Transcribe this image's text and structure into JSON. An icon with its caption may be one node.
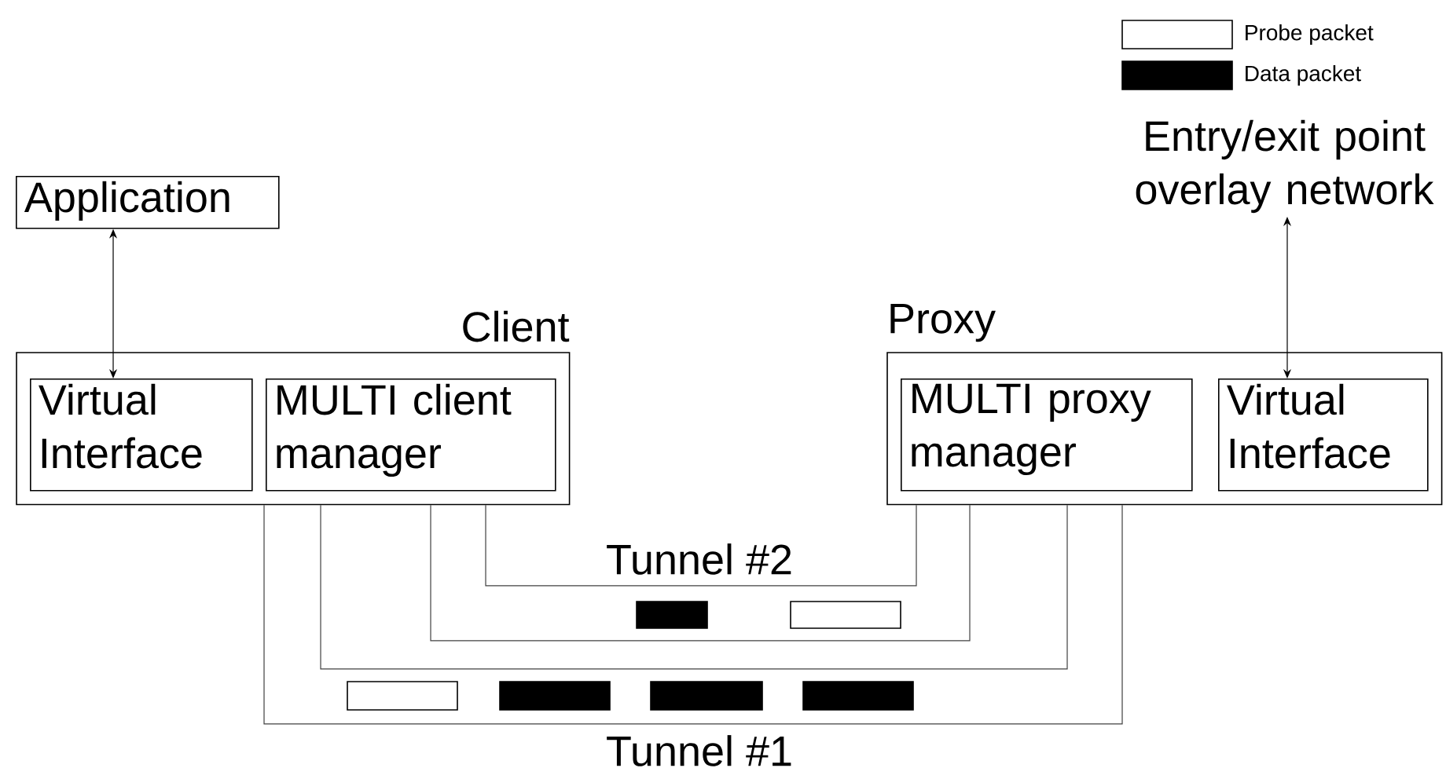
{
  "diagram": {
    "nodes": [
      {
        "text": [
          "Application"
        ]
      },
      {
        "text": [
          "Client"
        ]
      },
      {
        "text": [
          "Virtual Interface"
        ],
        "in": 1
      },
      {
        "text": [
          "MULTI client manager"
        ],
        "in": 1
      },
      {
        "text": [
          "Proxy"
        ]
      },
      {
        "text": [
          "MULTI proxy manager"
        ],
        "in": 4
      },
      {
        "text": [
          "Virtual Interface"
        ],
        "in": 4
      },
      {
        "text": [
          "Entry/exit point overlay network"
        ]
      }
    ],
    "edges": [
      {
        "from": 0,
        "to": 2,
        "arrow": "both"
      },
      {
        "from": 7,
        "to": 6,
        "arrow": "both"
      },
      {
        "from": 1,
        "to": 4,
        "arrow": "none",
        "label": "Tunnel #2"
      },
      {
        "from": 1,
        "to": 4,
        "arrow": "none"
      },
      {
        "from": 1,
        "to": 4,
        "arrow": "none"
      },
      {
        "from": 1,
        "to": 4,
        "arrow": "none",
        "label": "Tunnel #1"
      }
    ],
    "legend": [
      {
        "text": "Probe packet"
      },
      {
        "text": "Data packet",
        "color": "#000000"
      }
    ]
  }
}
